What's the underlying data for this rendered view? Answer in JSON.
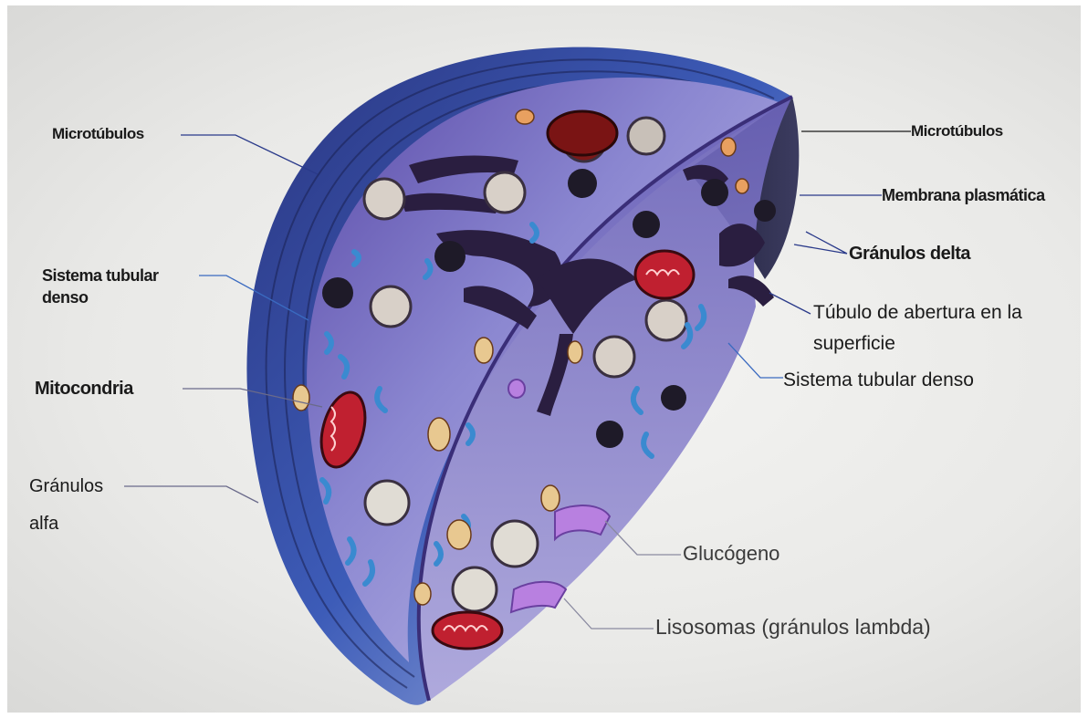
{
  "labels": {
    "microtubulos_left": "Microtúbulos",
    "sistema_tubular_left_1": "Sistema tubular",
    "sistema_tubular_left_2": "denso",
    "mitocondria": "Mitocondria",
    "granulos_alfa_1": "Gránulos",
    "granulos_alfa_2": "alfa",
    "microtubulos_right": "Microtúbulos",
    "membrana_plasmatica": "Membrana plasmática",
    "granulos_delta": "Gránulos delta",
    "tubulo_1": "Túbulo de abertura en la",
    "tubulo_2": "superficie",
    "sistema_tubular_right": "Sistema tubular denso",
    "glucogeno": "Glucógeno",
    "lisosomas": "Lisosomas (gránulos lambda)"
  },
  "colors": {
    "membrane": "#3a4a9a",
    "cytoplasm": "#7a78c8",
    "mitochondria": "#c02030",
    "dense_tubular": "#3a8ad0",
    "delta_granules": "#1e1a28",
    "alpha_granules": "#e0dcd4",
    "glycogen_dots": "#4a4060",
    "open_canalicular": "#2a1e40",
    "lysosomes": "#e89a50"
  }
}
